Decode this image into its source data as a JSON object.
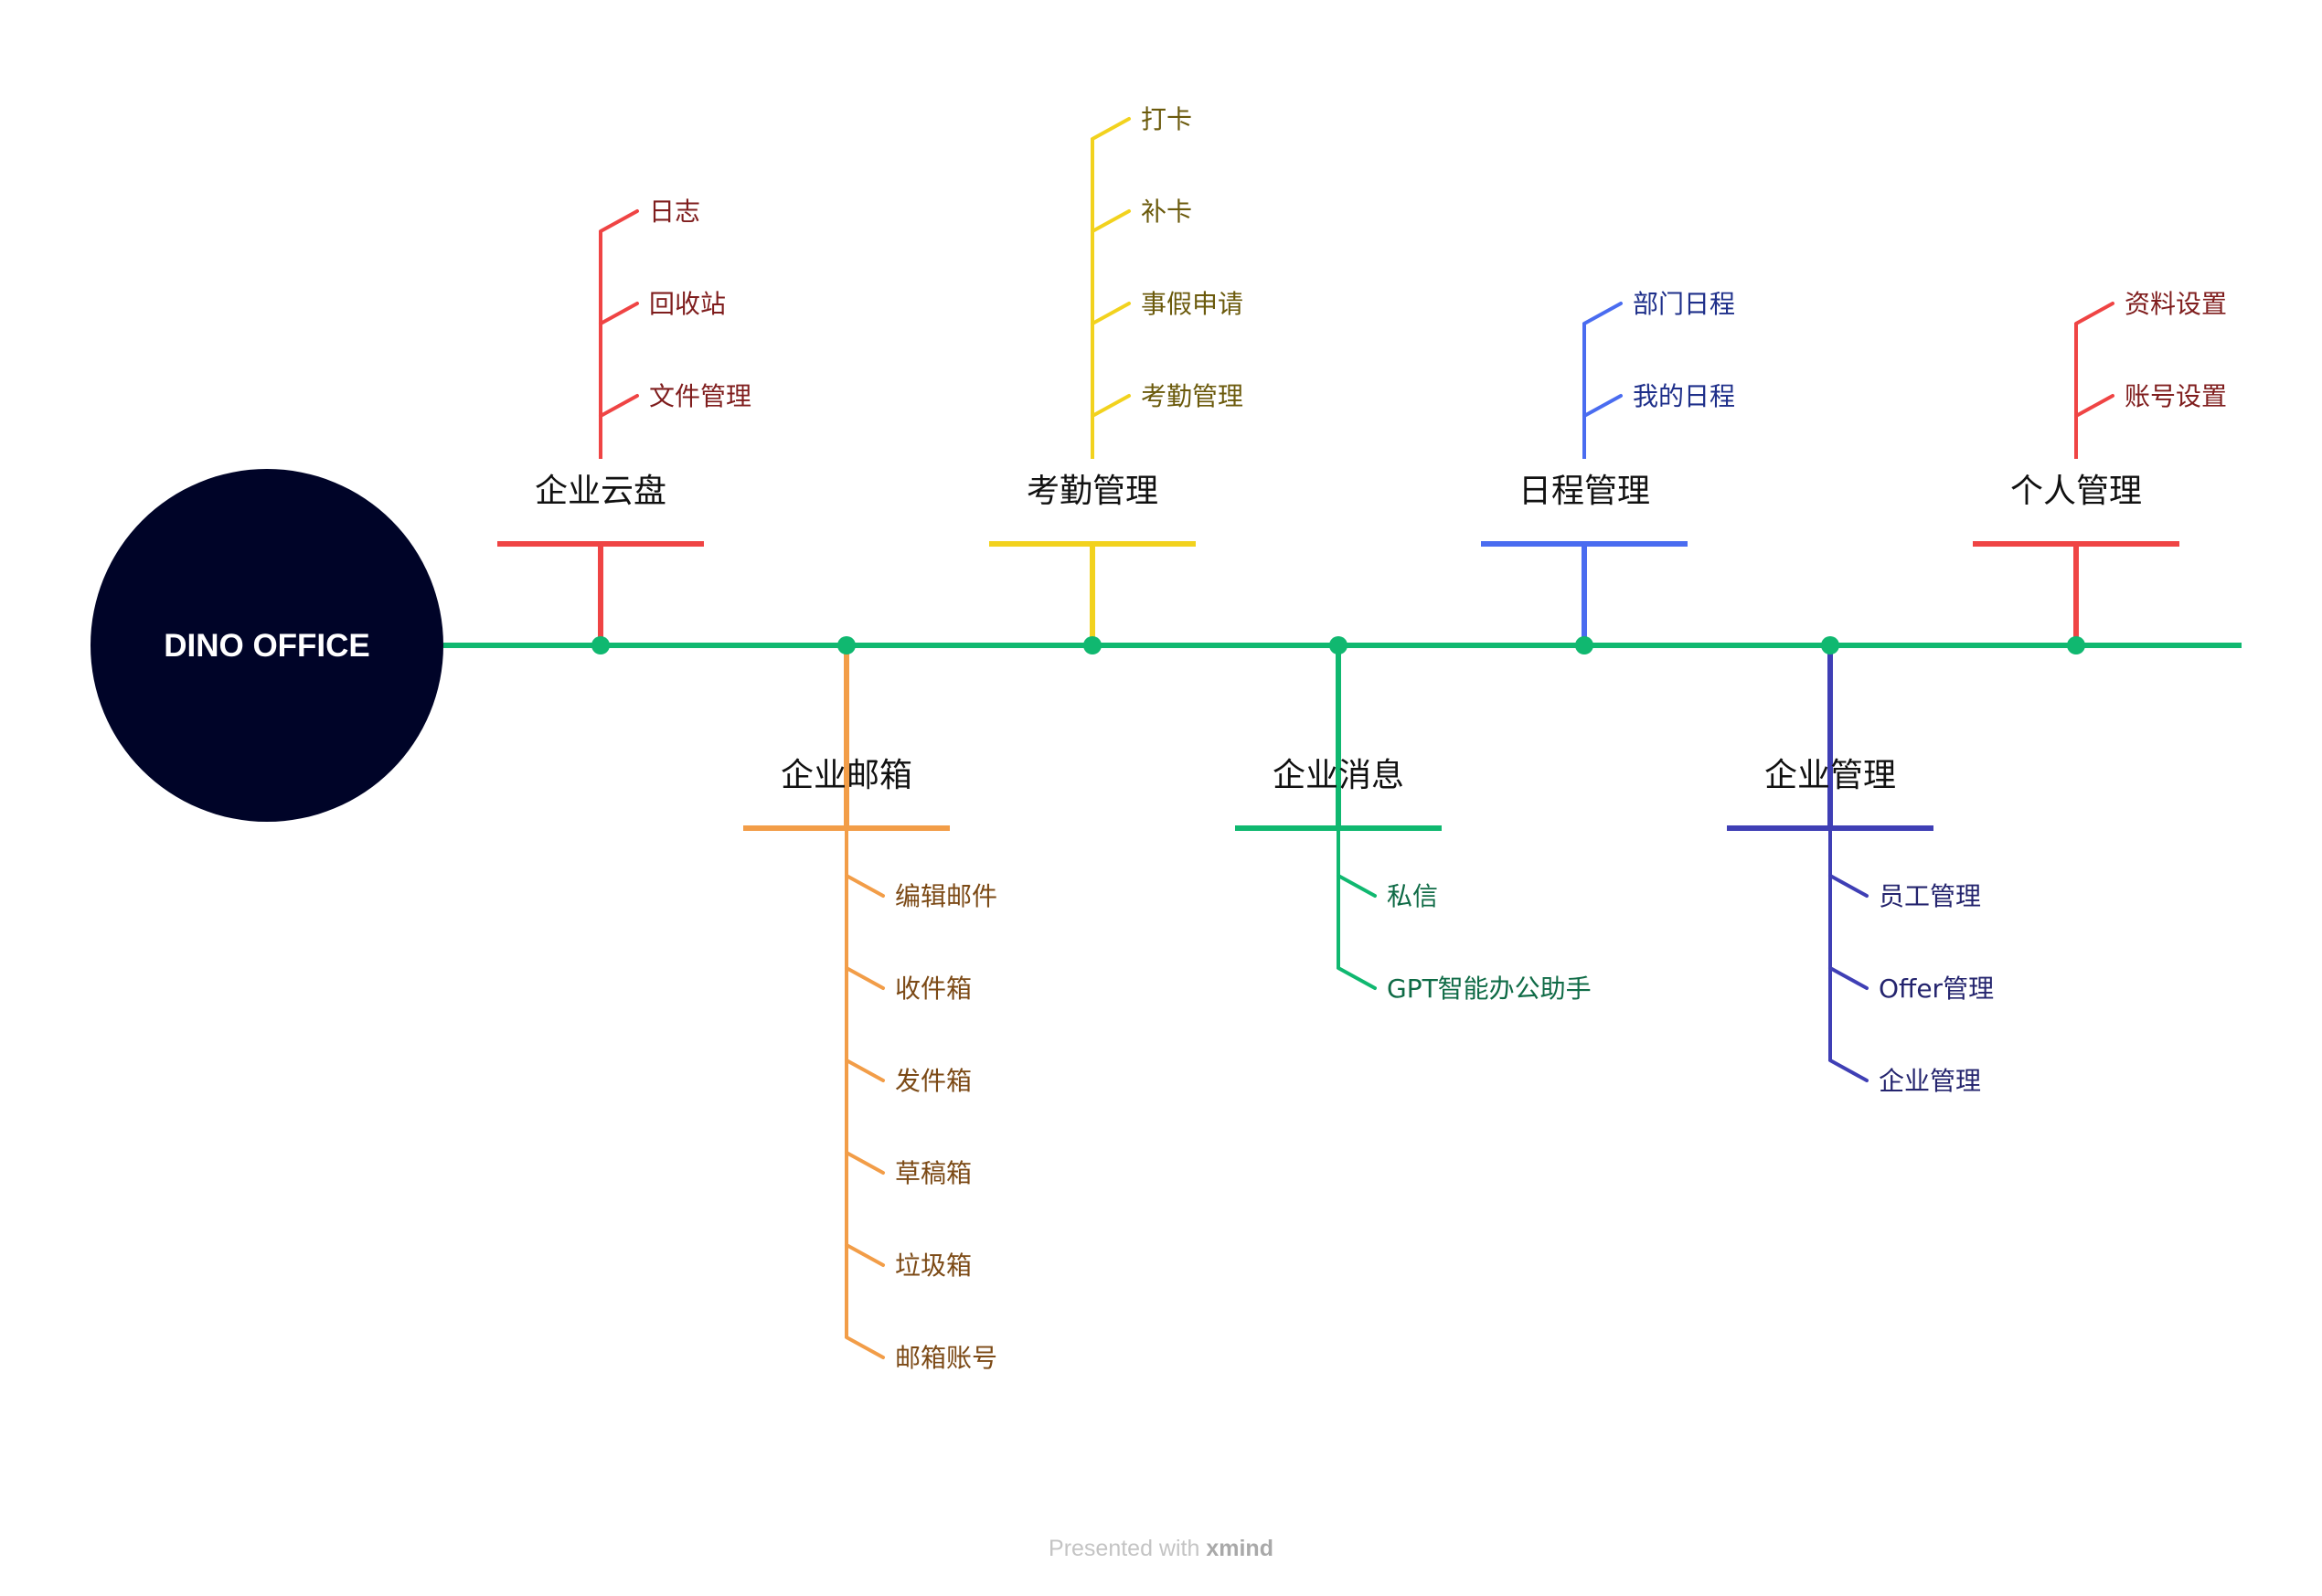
{
  "central": {
    "label": "DINO OFFICE",
    "fill": "#000428",
    "text_color": "#ffffff"
  },
  "spine_color": "#10b870",
  "branches": [
    {
      "id": "cloud",
      "label": "企业云盘",
      "side": "top",
      "color": "#ef4444",
      "text_color": "#7f1d1d",
      "children": [
        "日志",
        "回收站",
        "文件管理"
      ]
    },
    {
      "id": "mail",
      "label": "企业邮箱",
      "side": "bottom",
      "color": "#f29d48",
      "text_color": "#7c4a16",
      "children": [
        "编辑邮件",
        "收件箱",
        "发件箱",
        "草稿箱",
        "垃圾箱",
        "邮箱账号"
      ]
    },
    {
      "id": "attendance",
      "label": "考勤管理",
      "side": "top",
      "color": "#f2d21e",
      "text_color": "#6b5a0c",
      "children": [
        "打卡",
        "补卡",
        "事假申请",
        "考勤管理"
      ]
    },
    {
      "id": "message",
      "label": "企业消息",
      "side": "bottom",
      "color": "#10b870",
      "text_color": "#0f6b46",
      "children": [
        "私信",
        "GPT智能办公助手"
      ]
    },
    {
      "id": "schedule",
      "label": "日程管理",
      "side": "top",
      "color": "#4a6cf0",
      "text_color": "#1e2f8a",
      "children": [
        "部门日程",
        "我的日程"
      ]
    },
    {
      "id": "enterprise",
      "label": "企业管理",
      "side": "bottom",
      "color": "#3f3fb5",
      "text_color": "#24246e",
      "children": [
        "员工管理",
        "Offer管理",
        "企业管理"
      ]
    },
    {
      "id": "personal",
      "label": "个人管理",
      "side": "top",
      "color": "#ef4444",
      "text_color": "#7f1d1d",
      "children": [
        "资料设置",
        "账号设置"
      ]
    }
  ],
  "footer": {
    "prefix": "Presented with",
    "brand": "xmind"
  }
}
